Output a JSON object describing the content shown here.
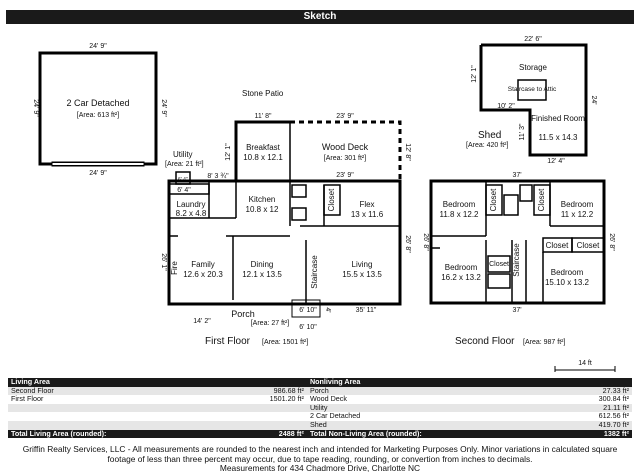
{
  "title": "Sketch",
  "garage": {
    "name": "2 Car Detached",
    "area": "[Area: 613 ft²]",
    "dim_top": "24' 9\"",
    "dim_bottom": "24' 9\"",
    "dim_left": "24' 9\"",
    "dim_right": "24' 9\""
  },
  "stone_patio": "Stone Patio",
  "utility": {
    "name": "Utility",
    "area": "[Area: 21 ft²]"
  },
  "first_floor": {
    "label": "First Floor",
    "area": "[Area: 1501 ft²]",
    "rooms": {
      "breakfast": {
        "name": "Breakfast",
        "size": "10.8 x 12.1"
      },
      "wood_deck": {
        "name": "Wood Deck",
        "area": "[Area: 301 ft²]"
      },
      "laundry": {
        "name": "Laundry",
        "size": "8.2 x 4.8"
      },
      "kitchen": {
        "name": "Kitchen",
        "size": "10.8 x 12"
      },
      "flex": {
        "name": "Flex",
        "size": "13 x 11.6"
      },
      "closet": "Closet",
      "family": {
        "name": "Family",
        "size": "12.6 x 20.3"
      },
      "dining": {
        "name": "Dining",
        "size": "12.1 x 13.5"
      },
      "staircase": "Staircase",
      "living": {
        "name": "Living",
        "size": "15.5 x 13.5"
      },
      "fire": "Fire",
      "porch": {
        "name": "Porch",
        "area": "[Area: 27 ft²]"
      }
    },
    "dims": {
      "d1": "11' 8\"",
      "d2": "23' 9\"",
      "d3": "12' 8\"",
      "d4": "23' 9\"",
      "d5": "8' 3 ¾\"",
      "d6": "6' 4\"",
      "d7": "6' 4\"",
      "d8": "26' 1\"",
      "d9": "26' 8\"",
      "d10": "14' 2\"",
      "d11": "6' 10\"",
      "d12": "6' 10\"",
      "d13": "35' 11\"",
      "d14": "4'",
      "d15": "12' 1\""
    }
  },
  "shed": {
    "name": "Shed",
    "area": "[Area: 420 ft²]"
  },
  "second_floor": {
    "label": "Second Floor",
    "area": "[Area: 987 ft²]",
    "rooms": {
      "storage": "Storage",
      "staircase_attic": "Staircase to Attic",
      "finished": {
        "name": "Finished Room",
        "size": "11.5 x 14.3"
      },
      "bed1": {
        "name": "Bedroom",
        "size": "11.8 x 12.2"
      },
      "bed2": {
        "name": "Bedroom",
        "size": "11 x 12.2"
      },
      "bed3": {
        "name": "Bedroom",
        "size": "16.2 x 13.2"
      },
      "bed4": {
        "name": "Bedroom",
        "size": "15.10 x 13.2"
      },
      "closet": "Closet",
      "staircase": "Staircase"
    },
    "dims": {
      "top": "22' 6\"",
      "right": "24'",
      "left_a": "12' 1\"",
      "stair_w": "10' 2\"",
      "fr_h": "11' 3\"",
      "fr_w": "12' 4\"",
      "d37a": "37'",
      "d37b": "37'",
      "h26a": "26' 8\"",
      "h26b": "26' 8\""
    }
  },
  "scale": "14 ft",
  "summary": {
    "living_header": "Living Area",
    "nonliving_header": "Nonliving Area",
    "rows": [
      {
        "l": "Second Floor",
        "lv": "986.68 ft²",
        "n": "Porch",
        "nv": "27.33 ft²"
      },
      {
        "l": "First Floor",
        "lv": "1501.20 ft²",
        "n": "Wood Deck",
        "nv": "300.84 ft²"
      },
      {
        "l": "",
        "lv": "",
        "n": "Utility",
        "nv": "21.11 ft²"
      },
      {
        "l": "",
        "lv": "",
        "n": "2 Car Detached",
        "nv": "612.56 ft²"
      },
      {
        "l": "",
        "lv": "",
        "n": "Shed",
        "nv": "419.70 ft²"
      }
    ],
    "total_living_label": "Total Living Area (rounded):",
    "total_living": "2488 ft²",
    "total_nonliving_label": "Total Non-Living Area (rounded):",
    "total_nonliving": "1382 ft²"
  },
  "disclaimer": "Griffin Realty Services, LLC - All measurements are rounded to the nearest inch and intended for Marketing Purposes Only.  Minor variations in calculated square footage of less than three percent may occur, due to tape reading, rounding, or convertion from inches to decimals.",
  "footer": "Measurements for 434 Chadmore Drive, Charlotte NC"
}
